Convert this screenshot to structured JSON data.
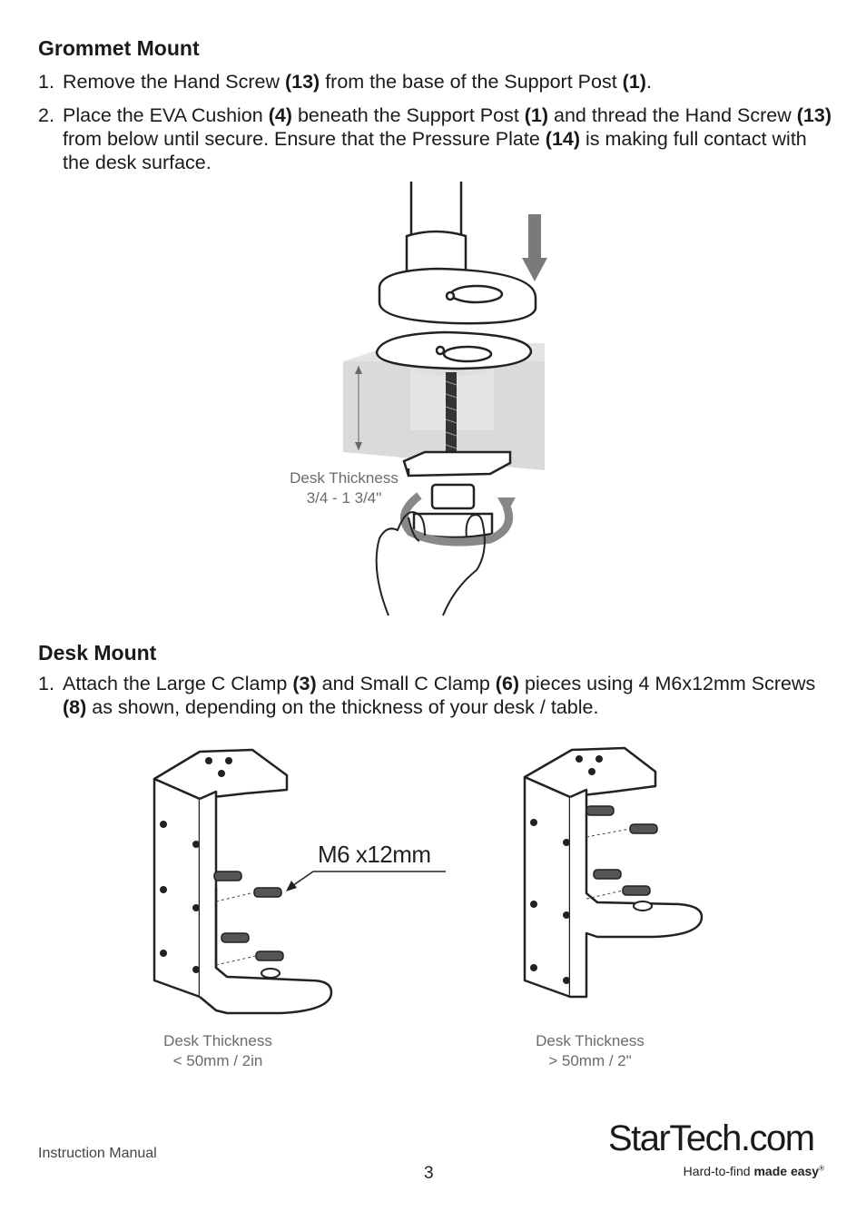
{
  "grommet": {
    "heading": "Grommet Mount",
    "steps": [
      {
        "num": "1.",
        "parts": [
          {
            "t": "Remove the Hand Screw "
          },
          {
            "t": "(13)",
            "b": true
          },
          {
            "t": " from the base of the Support Post "
          },
          {
            "t": "(1)",
            "b": true
          },
          {
            "t": "."
          }
        ]
      },
      {
        "num": "2.",
        "parts": [
          {
            "t": "Place the EVA Cushion "
          },
          {
            "t": "(4)",
            "b": true
          },
          {
            "t": " beneath the Support Post "
          },
          {
            "t": "(1)",
            "b": true
          },
          {
            "t": " and thread the Hand Screw "
          },
          {
            "t": "(13)",
            "b": true
          },
          {
            "t": " from below until secure. Ensure that the Pressure Plate "
          },
          {
            "t": "(14)",
            "b": true
          },
          {
            "t": " is making full contact with the desk surface."
          }
        ]
      }
    ],
    "figure": {
      "caption_line1": "Desk Thickness",
      "caption_line2": "3/4 - 1 3/4\""
    }
  },
  "desk": {
    "heading": "Desk Mount",
    "steps": [
      {
        "num": "1.",
        "parts": [
          {
            "t": "Attach the Large C Clamp "
          },
          {
            "t": "(3)",
            "b": true
          },
          {
            "t": " and Small C Clamp "
          },
          {
            "t": "(6)",
            "b": true
          },
          {
            "t": " pieces using 4 M6x12mm Screws "
          },
          {
            "t": "(8)",
            "b": true
          },
          {
            "t": " as shown, depending on the thickness of your desk / table."
          }
        ]
      }
    ],
    "screw_label": "M6 x12mm",
    "left_figure": {
      "caption_line1": "Desk Thickness",
      "caption_line2": "< 50mm / 2in"
    },
    "right_figure": {
      "caption_line1": "Desk Thickness",
      "caption_line2": "> 50mm / 2\""
    }
  },
  "footer": {
    "left_text": "Instruction Manual",
    "page_number": "3",
    "logo_text": "StarTech.com",
    "tagline_regular": "Hard-to-find ",
    "tagline_bold": "made easy",
    "tagline_mark": "®"
  },
  "colors": {
    "text": "#1a1a1a",
    "caption": "#6b6b6b",
    "line_art": "#222222",
    "arrow": "#7a7a7a",
    "desk": "#c9c9c9"
  }
}
